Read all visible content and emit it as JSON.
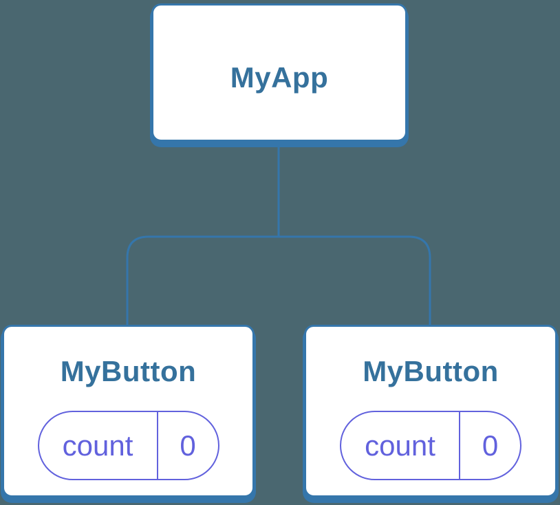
{
  "diagram": {
    "description": "component-tree",
    "root": {
      "label": "MyApp"
    },
    "children": [
      {
        "label": "MyButton",
        "state": {
          "key": "count",
          "value": "0"
        }
      },
      {
        "label": "MyButton",
        "state": {
          "key": "count",
          "value": "0"
        }
      }
    ]
  },
  "colors": {
    "background": "#4a6770",
    "line_blue": "#3576ab",
    "title_blue": "#35719c",
    "state_purple": "#6161dd",
    "card_white": "#ffffff"
  }
}
